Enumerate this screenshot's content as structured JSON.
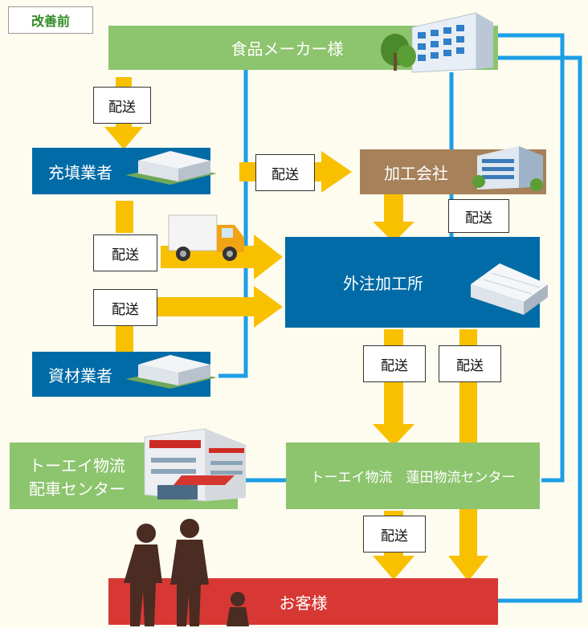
{
  "title": "改善前",
  "nodes": {
    "food_maker": "食品メーカー様",
    "filler": "充填業者",
    "processor": "加工会社",
    "outsourced": "外注加工所",
    "materials": "資材業者",
    "dispatch_center": [
      "トーエイ物流",
      "配車センター"
    ],
    "hasuda_center": "トーエイ物流　蓮田物流センター",
    "customer": "お客様"
  },
  "delivery_label": "配送",
  "colors": {
    "green": "#8dc46e",
    "blue": "#006ba6",
    "brown": "#a6815a",
    "red": "#d73834",
    "arrow": "#f9c000",
    "line": "#1d9ee5",
    "background": "#fdfcef"
  }
}
